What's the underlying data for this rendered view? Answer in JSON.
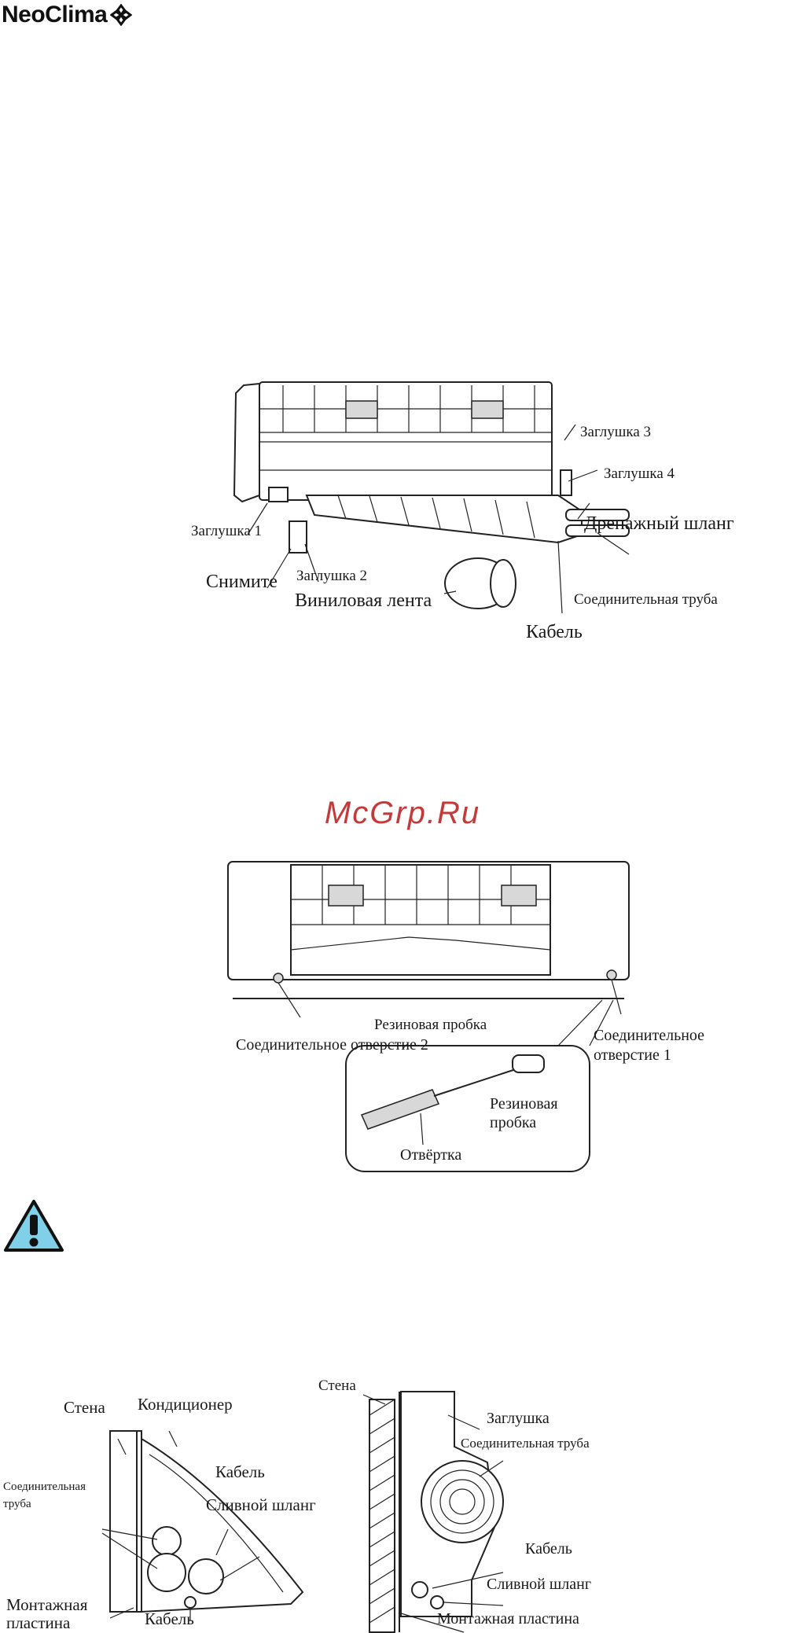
{
  "brand": {
    "name": "NeoClima"
  },
  "watermark": "McGrp.Ru",
  "figure1": {
    "labels": {
      "plug1": "Заглушка 1",
      "plug2": "Заглушка 2",
      "plug3": "Заглушка 3",
      "plug4": "Заглушка 4",
      "remove": "Снимите",
      "vinyl_tape": "Виниловая лента",
      "drain_hose": "Дренажный шланг",
      "connecting_pipe": "Соединительная труба",
      "cable": "Кабель"
    }
  },
  "figure2": {
    "labels": {
      "rubber_plug": "Резиновая пробка",
      "hole2": "Соединительное отверстие 2",
      "hole1_line1": "Соединительное",
      "hole1_line2": "отверстие 1",
      "inset_rubber_line1": "Резиновая",
      "inset_rubber_line2": "пробка",
      "screwdriver": "Отвёртка"
    }
  },
  "warning": {
    "icon": "warning-triangle-icon",
    "color": "#7fd0e8"
  },
  "figure3": {
    "labels": {
      "wall": "Стена",
      "conditioner": "Кондиционер",
      "pipe_line1": "Соединительная",
      "pipe_line2": "труба",
      "cable_top": "Кабель",
      "drain_hose": "Сливной шланг",
      "plate_line1": "Монтажная",
      "plate_line2": "пластина",
      "cable_bottom": "Кабель"
    }
  },
  "figure4": {
    "labels": {
      "wall": "Стена",
      "plug": "Заглушка",
      "connecting_pipe": "Соединительная труба",
      "cable": "Кабель",
      "drain_hose": "Сливной шланг",
      "mounting_plate": "Монтажная пластина"
    }
  }
}
